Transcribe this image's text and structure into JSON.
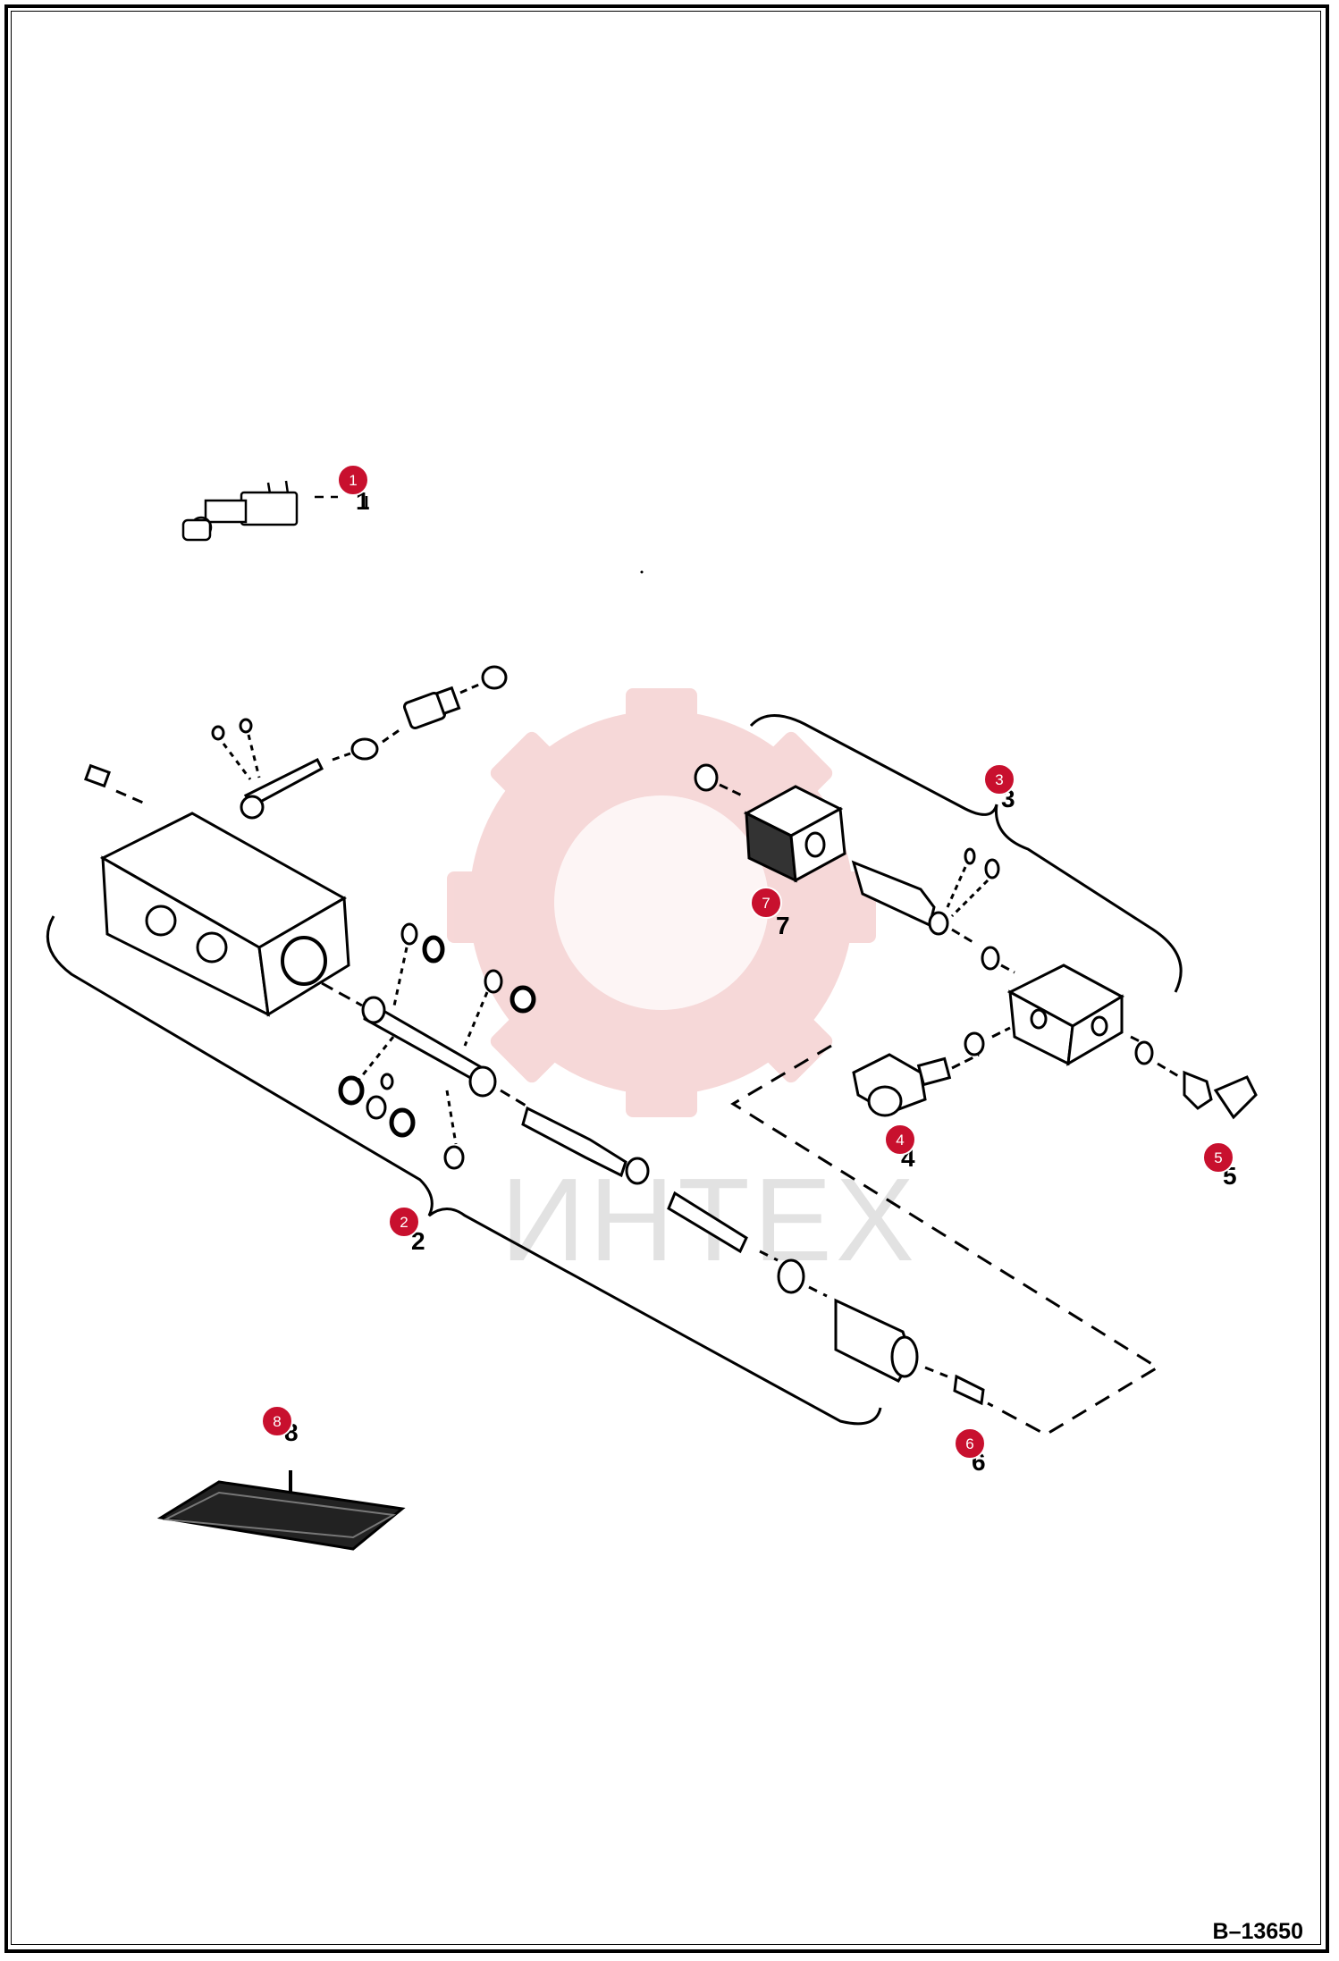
{
  "figure": {
    "id": "B–13650",
    "watermark_text": "ИНТЕХ"
  },
  "parts": [
    {
      "number": "1",
      "callout": "1"
    },
    {
      "number": "2",
      "callout": "2"
    },
    {
      "number": "3",
      "callout": "3"
    },
    {
      "number": "4",
      "callout": "4"
    },
    {
      "number": "5",
      "callout": "5"
    },
    {
      "number": "6",
      "callout": "6"
    },
    {
      "number": "7",
      "callout": "7"
    },
    {
      "number": "8",
      "callout": "8"
    }
  ],
  "colors": {
    "callout": "#c8102e",
    "watermark": "#f4c9c9",
    "line": "#000000"
  }
}
